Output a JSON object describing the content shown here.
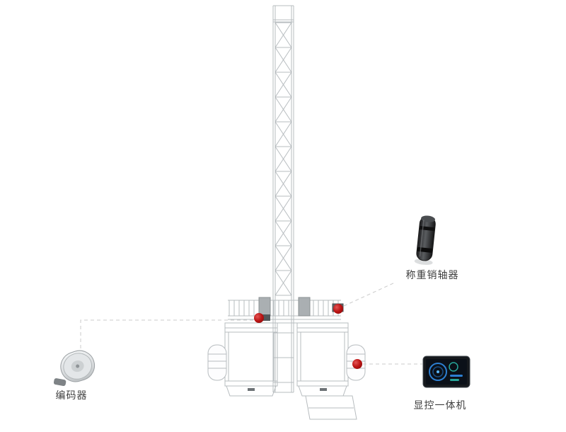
{
  "diagram": {
    "title": "construction-hoist-sensor-diagram"
  },
  "colors": {
    "marker_red": "#bc1414",
    "leader_gray": "#cbcbcb",
    "tower_gray": "#b7bcbf",
    "label_text": "#3f3f3f"
  },
  "components": {
    "encoder": {
      "label": "编码器"
    },
    "load_pin": {
      "label": "称重销轴器"
    },
    "display_unit": {
      "label": "显控一体机"
    }
  }
}
